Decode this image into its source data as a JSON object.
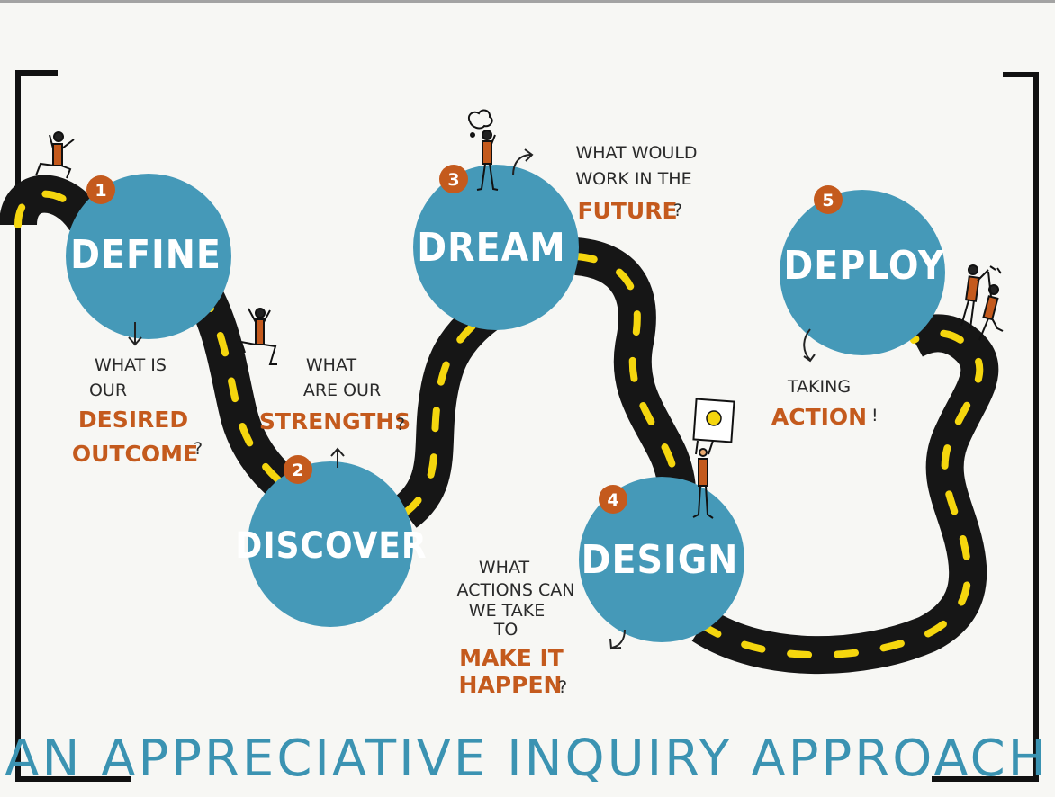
{
  "title": "AN APPRECIATIVE INQUIRY APPROACH",
  "colors": {
    "background": "#f7f7f4",
    "circle": "#4599b8",
    "badge": "#c45a1d",
    "road": "#161616",
    "road_dash": "#f5d60e",
    "accent_text": "#c45a1d",
    "title_text": "#3b93b2",
    "bracket": "#111111"
  },
  "stages": [
    {
      "number": "1",
      "label": "DEFINE",
      "question_lines": [
        "WHAT IS",
        "OUR"
      ],
      "question_accent": [
        "DESIRED",
        "OUTCOME"
      ],
      "question_end": "?"
    },
    {
      "number": "2",
      "label": "DISCOVER",
      "question_lines": [
        "WHAT",
        "ARE OUR"
      ],
      "question_accent": [
        "STRENGTHS"
      ],
      "question_end": "?"
    },
    {
      "number": "3",
      "label": "DREAM",
      "question_lines": [
        "WHAT WOULD",
        "WORK IN THE"
      ],
      "question_accent": [
        "FUTURE"
      ],
      "question_end": "?"
    },
    {
      "number": "4",
      "label": "DESIGN",
      "question_lines": [
        "WHAT",
        "ACTIONS CAN",
        "WE TAKE",
        "TO"
      ],
      "question_accent": [
        "MAKE IT",
        "HAPPEN"
      ],
      "question_end": "?"
    },
    {
      "number": "5",
      "label": "DEPLOY",
      "question_lines": [
        "TAKING"
      ],
      "question_accent": [
        "ACTION"
      ],
      "question_end": "!"
    }
  ],
  "figures": [
    {
      "name": "runner",
      "near": "DEFINE"
    },
    {
      "name": "jumper",
      "near": "DISCOVER road"
    },
    {
      "name": "thinker-with-cloud",
      "near": "DREAM"
    },
    {
      "name": "person-holding-lightbulb-sign",
      "near": "DESIGN"
    },
    {
      "name": "two-people-high-five",
      "near": "DEPLOY"
    }
  ]
}
